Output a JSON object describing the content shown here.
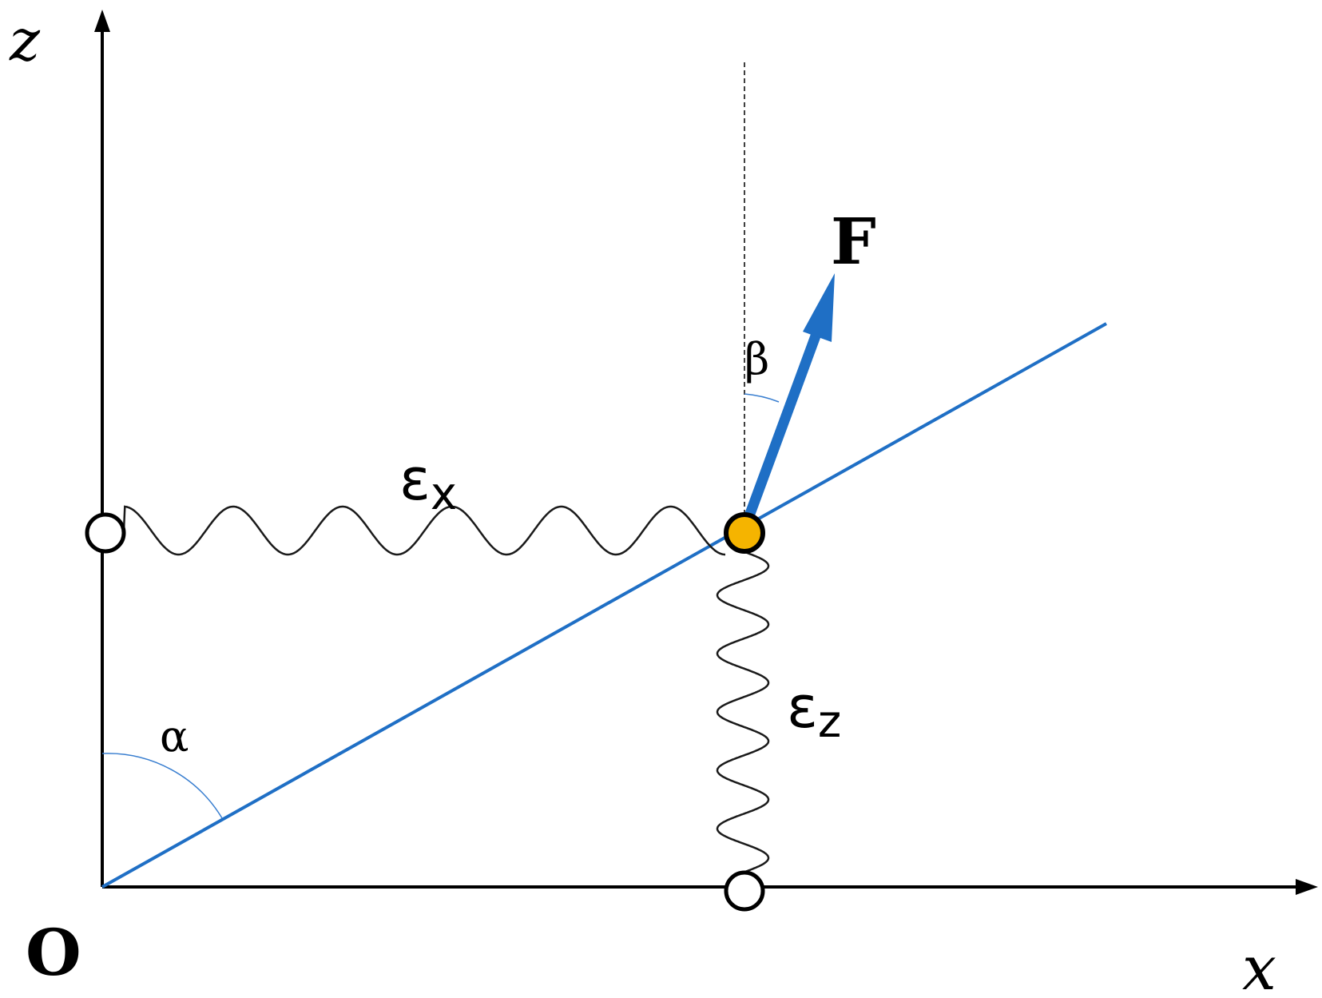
{
  "labels": {
    "z_axis": "z",
    "x_axis": "x",
    "origin": "O",
    "force": "F",
    "angle_alpha": "α",
    "angle_beta": "β",
    "spring_x_main": "ε",
    "spring_x_sub": "x",
    "spring_z_main": "ε",
    "spring_z_sub": "z"
  },
  "colors": {
    "incline": "#1f6fc5",
    "force": "#1f6fc5",
    "mass": "#f5b400",
    "axes": "#000000"
  }
}
